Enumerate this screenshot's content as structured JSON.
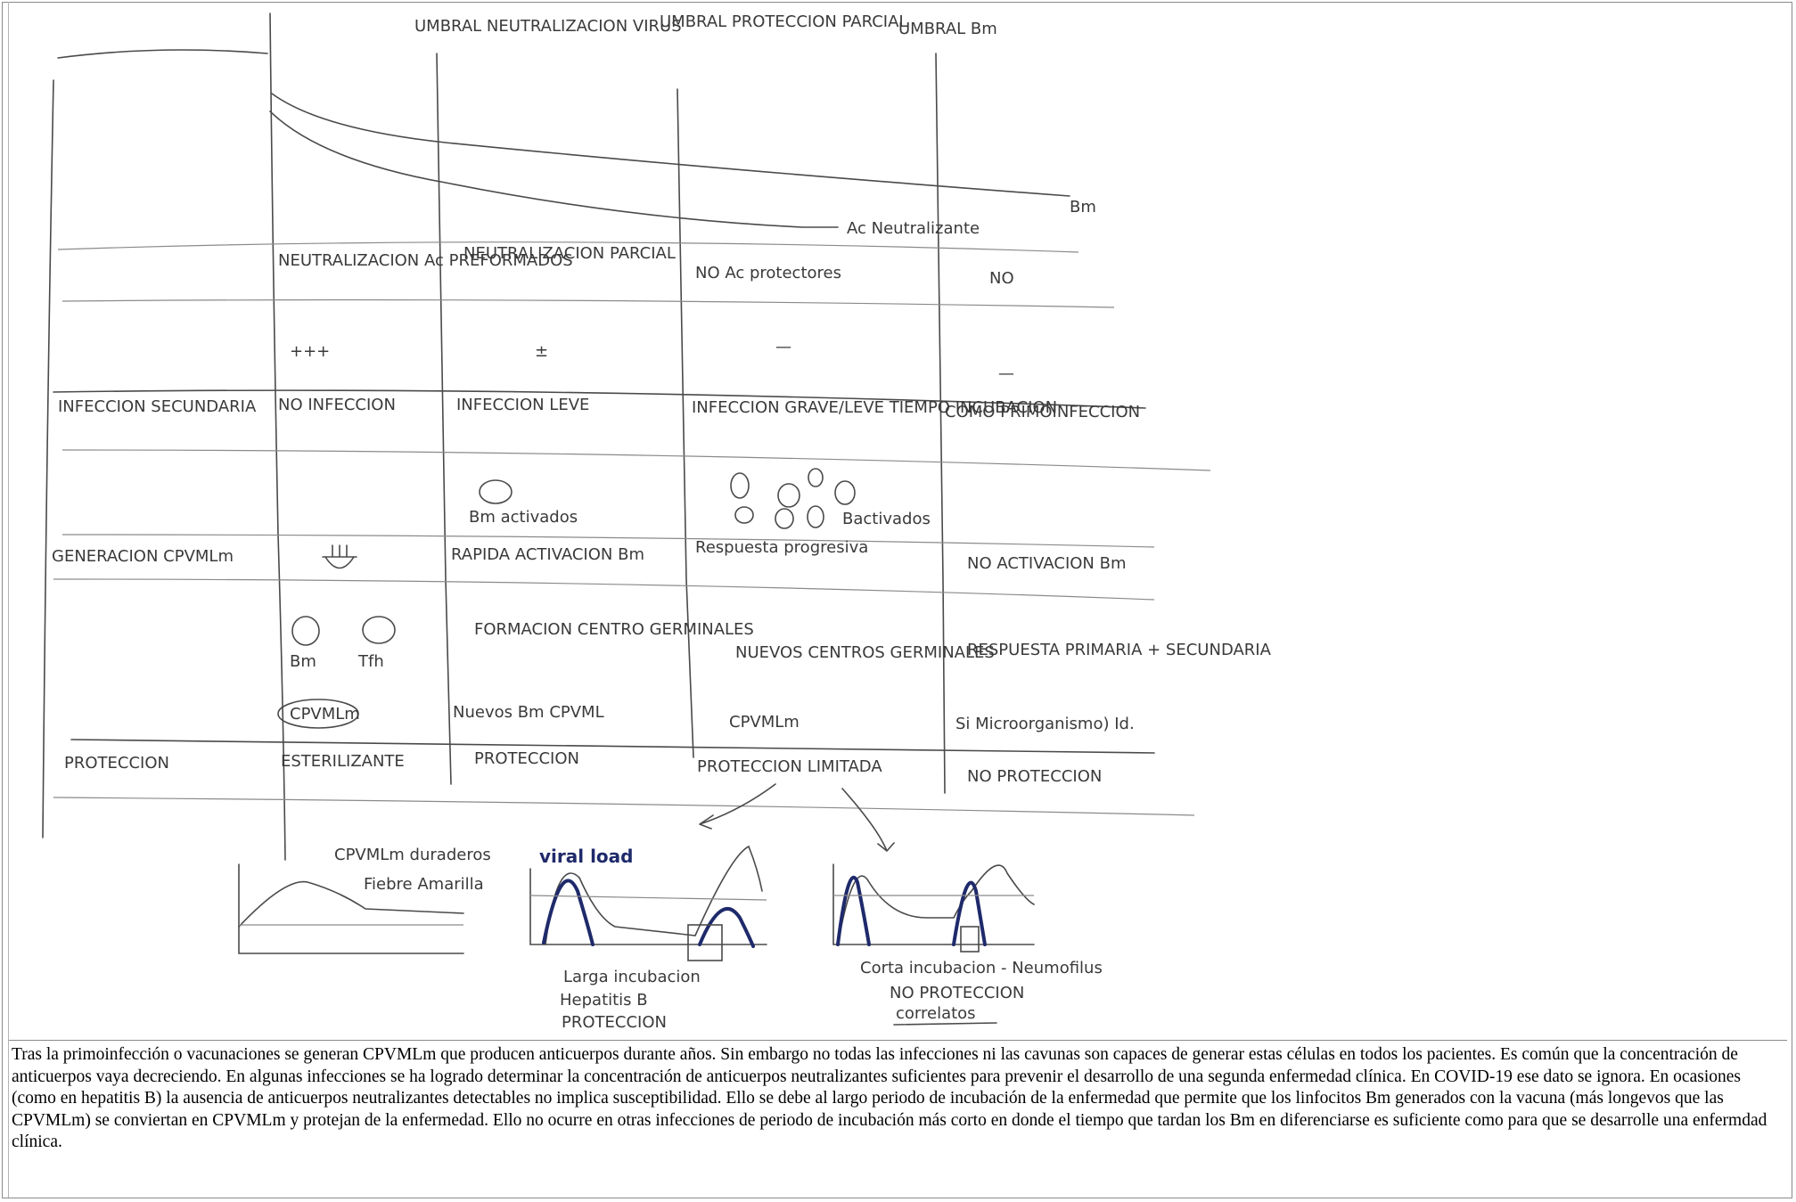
{
  "diagram": {
    "thresholds": {
      "neutralizacion": "UMBRAL NEUTRALIZACION VIRUS",
      "proteccion": "UMBRAL PROTECCION PARCIAL",
      "bm": "UMBRAL Bm"
    },
    "curves": {
      "bm": "Bm",
      "ac": "Ac Neutralizante"
    },
    "rows": {
      "ac": [
        "NEUTRALIZACION Ac PREFORMADOS",
        "NEUTRALIZACION PARCIAL",
        "NO Ac protectores",
        "NO"
      ],
      "signs": [
        "+++",
        "±",
        "—",
        "—"
      ],
      "infeccion": {
        "label": "INFECCION SECUNDARIA",
        "cells": [
          "NO INFECCION",
          "INFECCION LEVE",
          "INFECCION GRAVE/LEVE TIEMPO INCUBACION",
          "COMO PRIMOINFECCION"
        ]
      },
      "bm_cells": [
        "Bm activados",
        "Bactivados"
      ],
      "generacion": {
        "label": "GENERACION CPVMLm",
        "cells": [
          "RAPIDA ACTIVACION Bm",
          "Respuesta progresiva",
          "NO ACTIVACION Bm"
        ]
      },
      "centros": {
        "c1_a": "Bm",
        "c1_b": "Tfh",
        "c1_c": "CPVMLm",
        "c2_a": "FORMACION CENTRO GERMINALES",
        "c2_b": "Nuevos Bm CPVML",
        "c3_a": "NUEVOS CENTROS GERMINALES",
        "c3_b": "CPVMLm",
        "c4_a": "RESPUESTA PRIMARIA + SECUNDARIA",
        "c4_b": "Si Microorganismo) Id."
      },
      "proteccion": {
        "label": "PROTECCION",
        "cells": [
          "ESTERILIZANTE",
          "PROTECCION",
          "PROTECCION LIMITADA",
          "NO PROTECCION"
        ]
      }
    },
    "graphs": {
      "g1": [
        "CPVMLm duraderos",
        "Fiebre Amarilla"
      ],
      "g2_top": "viral load",
      "g2": [
        "Larga incubacion",
        "Hepatitis B",
        "PROTECCION"
      ],
      "g3": [
        "Corta incubacion - Neumofilus",
        "NO PROTECCION",
        "correlatos"
      ]
    }
  },
  "caption": "Tras la primoinfección o vacunaciones se generan CPVMLm que producen anticuerpos durante años. Sin embargo no todas las infecciones ni las cavunas son capaces de generar estas células en todos los pacientes. Es común que la concentración de anticuerpos vaya decreciendo. En algunas infecciones se ha logrado determinar la concentración de anticuerpos neutralizantes suficientes para prevenir el desarrollo de una segunda enfermedad clínica. En COVID-19 ese dato se ignora. En ocasiones (como en hepatitis B) la ausencia de anticuerpos neutralizantes detectables no implica susceptibilidad. Ello se debe al largo periodo de incubación de la enfermedad que permite que los linfocitos Bm generados con la vacuna (más longevos que las CPVMLm) se conviertan en CPVMLm y protejan de la enfermedad. Ello no ocurre en otras infecciones de periodo de incubación más corto en donde el tiempo que tardan los Bm en diferenciarse es suficiente como para que se desarrolle una enfermdad clínica."
}
